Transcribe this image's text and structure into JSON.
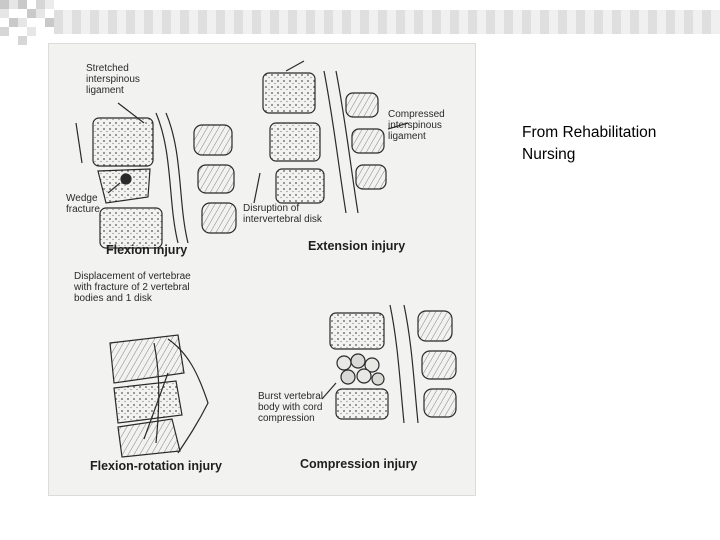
{
  "colors": {
    "deco_dark": "#c9c9c9",
    "deco_light": "#e6e6e6",
    "figure_bg": "#f2f2f0",
    "ink": "#2a2a2a"
  },
  "figure": {
    "panels": {
      "flexion": {
        "title": "Flexion injury",
        "label_ligament": "Stretched\ninterspinous\nligament",
        "label_fracture": "Wedge\nfracture"
      },
      "extension": {
        "title": "Extension injury",
        "label_ligament": "Compressed\ninterspinous\nligament",
        "label_disk": "Disruption of\nintervertebral disk"
      },
      "flexion_rotation": {
        "title": "Flexion-rotation injury",
        "label_displacement": "Displacement of vertebrae\nwith fracture of 2 vertebral\nbodies and 1 disk"
      },
      "compression": {
        "title": "Compression injury",
        "label_burst": "Burst vertebral\nbody with cord\ncompression"
      }
    }
  },
  "caption": {
    "text": "From Rehabilitation\nNursing"
  }
}
